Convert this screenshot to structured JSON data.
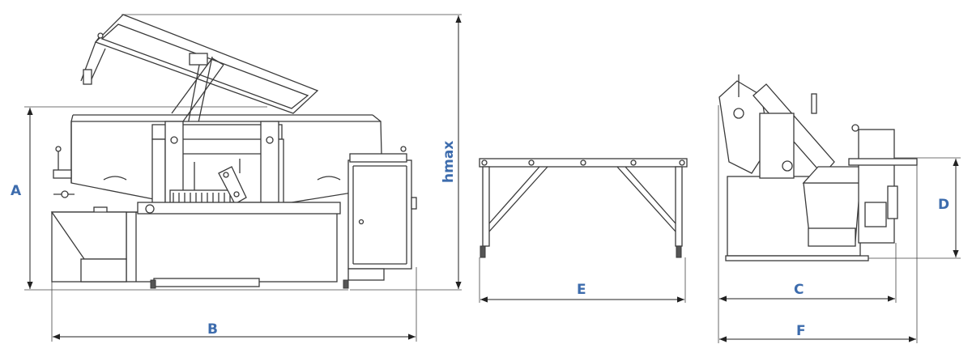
{
  "labels": {
    "A": "A",
    "B": "B",
    "hmax": "hmax",
    "E": "E",
    "C": "C",
    "F": "F",
    "D": "D"
  },
  "colors": {
    "label": "#3d6cad",
    "line": "#3a3a3a",
    "background": "#ffffff"
  }
}
